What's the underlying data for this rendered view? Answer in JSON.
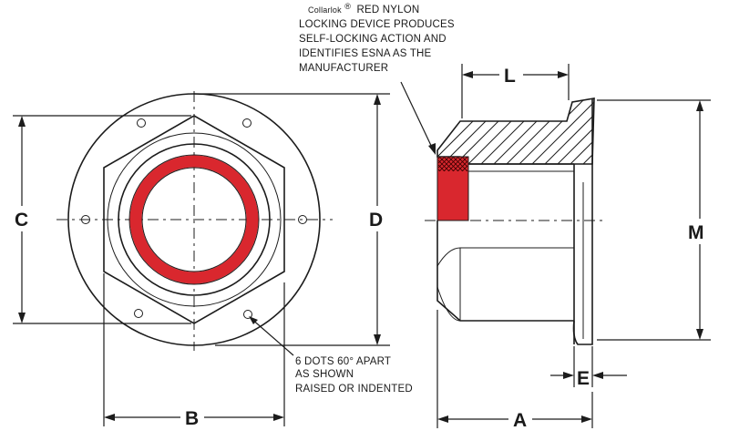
{
  "dimension_labels": {
    "a": "A",
    "b": "B",
    "c": "C",
    "d": "D",
    "e": "E",
    "l": "L",
    "m": "M"
  },
  "nylon_note": {
    "brand": "Collarlok",
    "registered_mark": "®",
    "line1_rest": "RED NYLON",
    "line2": "LOCKING DEVICE PRODUCES",
    "line3": "SELF-LOCKING ACTION AND",
    "line4": "IDENTIFIES ESNA AS THE",
    "line5": "MANUFACTURER"
  },
  "dots_note": {
    "line1": "6 DOTS 60° APART",
    "line2": "AS SHOWN",
    "line3": "RAISED OR INDENTED"
  },
  "colors": {
    "nylon_red": "#d9272e",
    "line": "#1c1c1c",
    "background": "#ffffff"
  }
}
